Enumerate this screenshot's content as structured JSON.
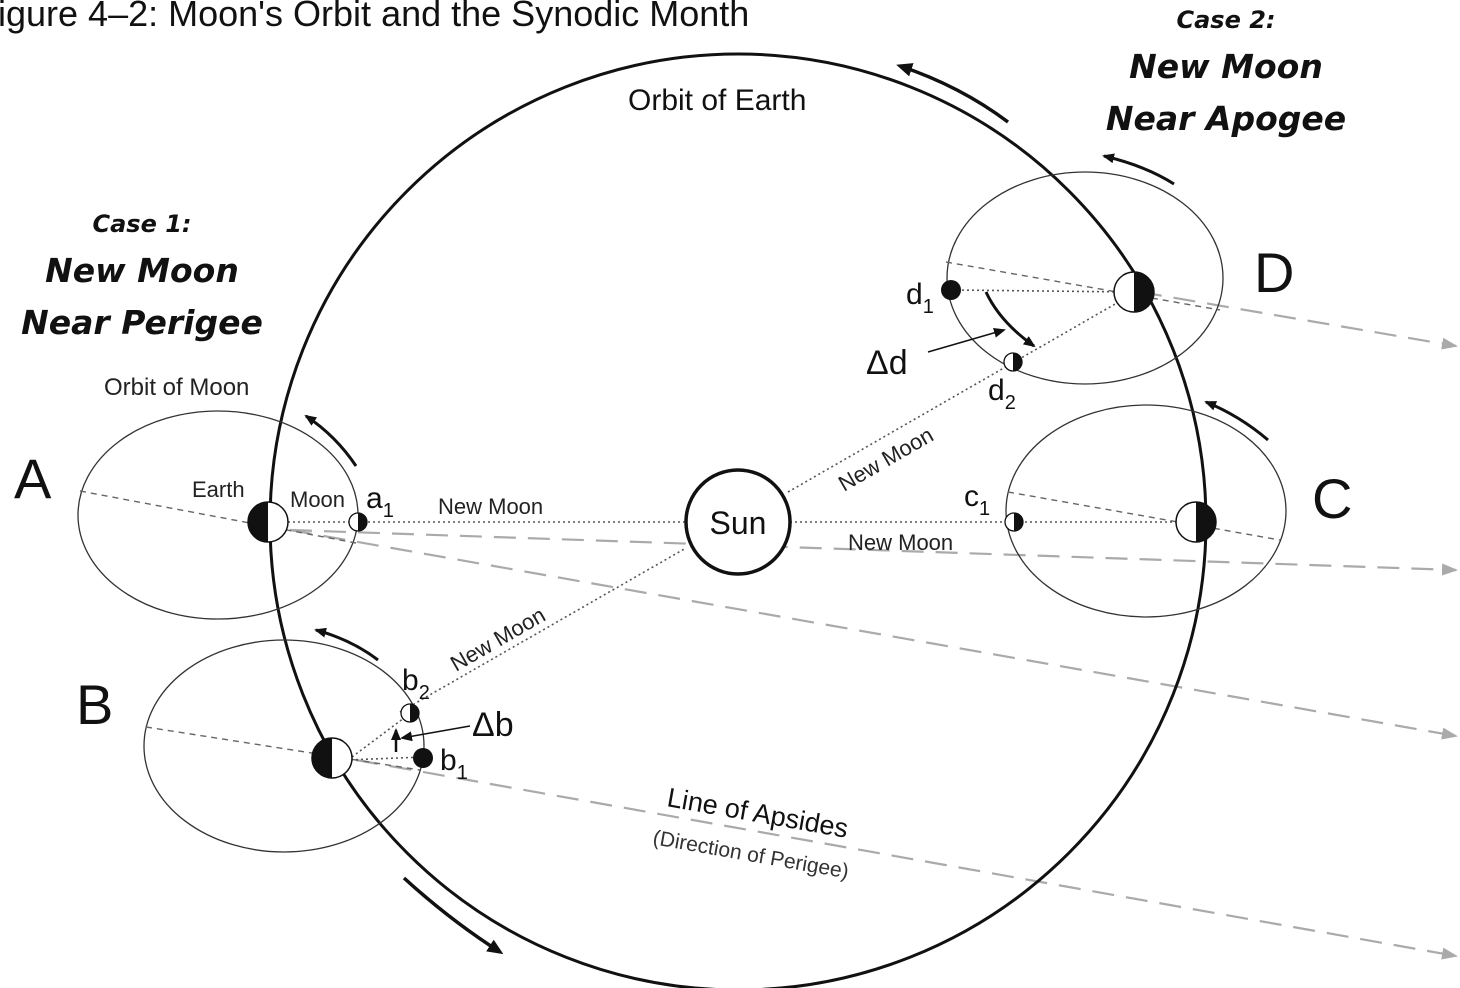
{
  "figure_title": "igure 4–2: Moon's Orbit and the Synodic Month",
  "orbit_of_earth": "Orbit of Earth",
  "sun": "Sun",
  "case1": {
    "case": "Case 1:",
    "line1": "New Moon",
    "line2": "Near Perigee"
  },
  "case2": {
    "case": "Case 2:",
    "line1": "New Moon",
    "line2": "Near Apogee"
  },
  "orbit_of_moon": "Orbit of Moon",
  "earth": "Earth",
  "moon": "Moon",
  "positions": {
    "a": "A",
    "b": "B",
    "c": "C",
    "d": "D"
  },
  "moon_labels": {
    "a1": "a",
    "b1": "b",
    "b2": "b",
    "c1": "c",
    "d1": "d",
    "d2": "d"
  },
  "subscripts": {
    "one": "1",
    "two": "2"
  },
  "new_moon": "New Moon",
  "delta_b": "Δb",
  "delta_d": "Δd",
  "line_of_apsides": "Line of Apsides",
  "direction_of_perigee": "(Direction of  Perigee)",
  "colors": {
    "ink": "#111111",
    "apsis_arrow": "#aaaaaa"
  }
}
